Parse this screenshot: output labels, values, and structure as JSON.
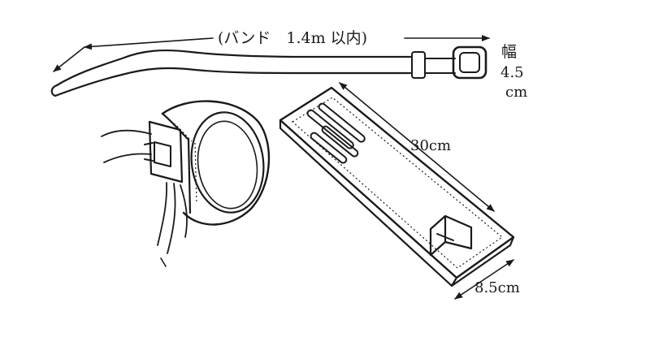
{
  "labels": {
    "band_length": "(バンド　1.4m 以内)",
    "width_char": "幅",
    "width_value": "4.5",
    "width_unit": "cm",
    "plate_length": "30cm",
    "plate_width": "8.5cm"
  }
}
